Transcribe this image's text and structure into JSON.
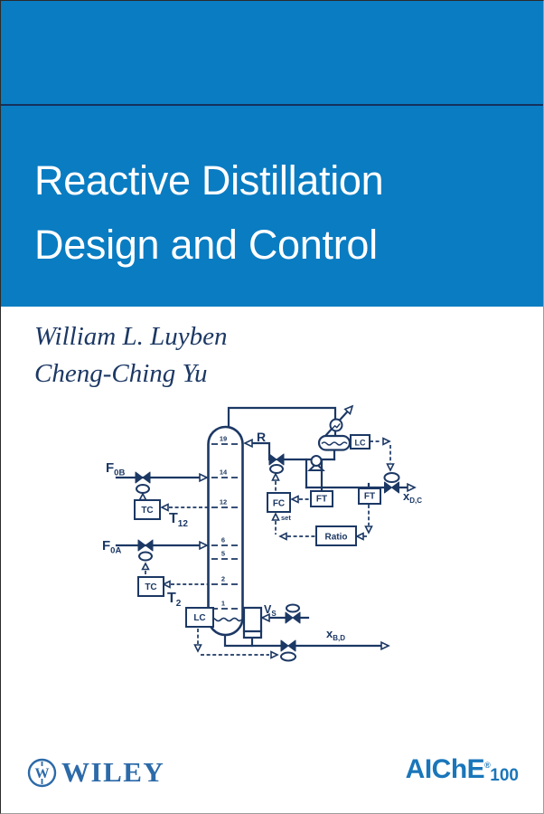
{
  "cover": {
    "title_line1": "Reactive Distillation",
    "title_line2": "Design and Control",
    "authors": [
      "William L. Luyben",
      "Cheng-Ching Yu"
    ]
  },
  "footer": {
    "wiley_label": "WILEY",
    "wiley_emblem_letter": "W",
    "aiche_label": "AIChE",
    "aiche_reg": "®",
    "aiche_number": "100"
  },
  "colors": {
    "band_blue": "#0a7cc2",
    "rule_navy": "#15315d",
    "navy": "#1c3864",
    "wiley_blue": "#2c6aa8",
    "aiche_blue": "#1a76ba"
  },
  "icons": {
    "wiley_emblem": "wiley-colophon-circle",
    "heat_removal": "circle-with-diagonal-arrow",
    "pump": "circle-on-triangle-base"
  },
  "diagram": {
    "tray_numbers": [
      "19",
      "14",
      "12",
      "6",
      "5",
      "2",
      "1"
    ],
    "instruments": {
      "tc_upper": "TC",
      "tc_lower": "TC",
      "lc_base": "LC",
      "lc_drum": "LC",
      "fc": "FC",
      "ft_reflux": "FT",
      "ft_distillate": "FT",
      "ratio": "Ratio"
    },
    "labels": {
      "feed_b_main": "F",
      "feed_b_sub": "0B",
      "feed_a_main": "F",
      "feed_a_sub": "0A",
      "temp_12_main": "T",
      "temp_12_sub": "12",
      "temp_2_main": "T",
      "temp_2_sub": "2",
      "boilup_main": "V",
      "boilup_sub": "S",
      "bottoms_main": "x",
      "bottoms_sub": "B,D",
      "distillate_main": "x",
      "distillate_sub": "D,C",
      "reflux": "R",
      "setpoint": "set"
    }
  }
}
